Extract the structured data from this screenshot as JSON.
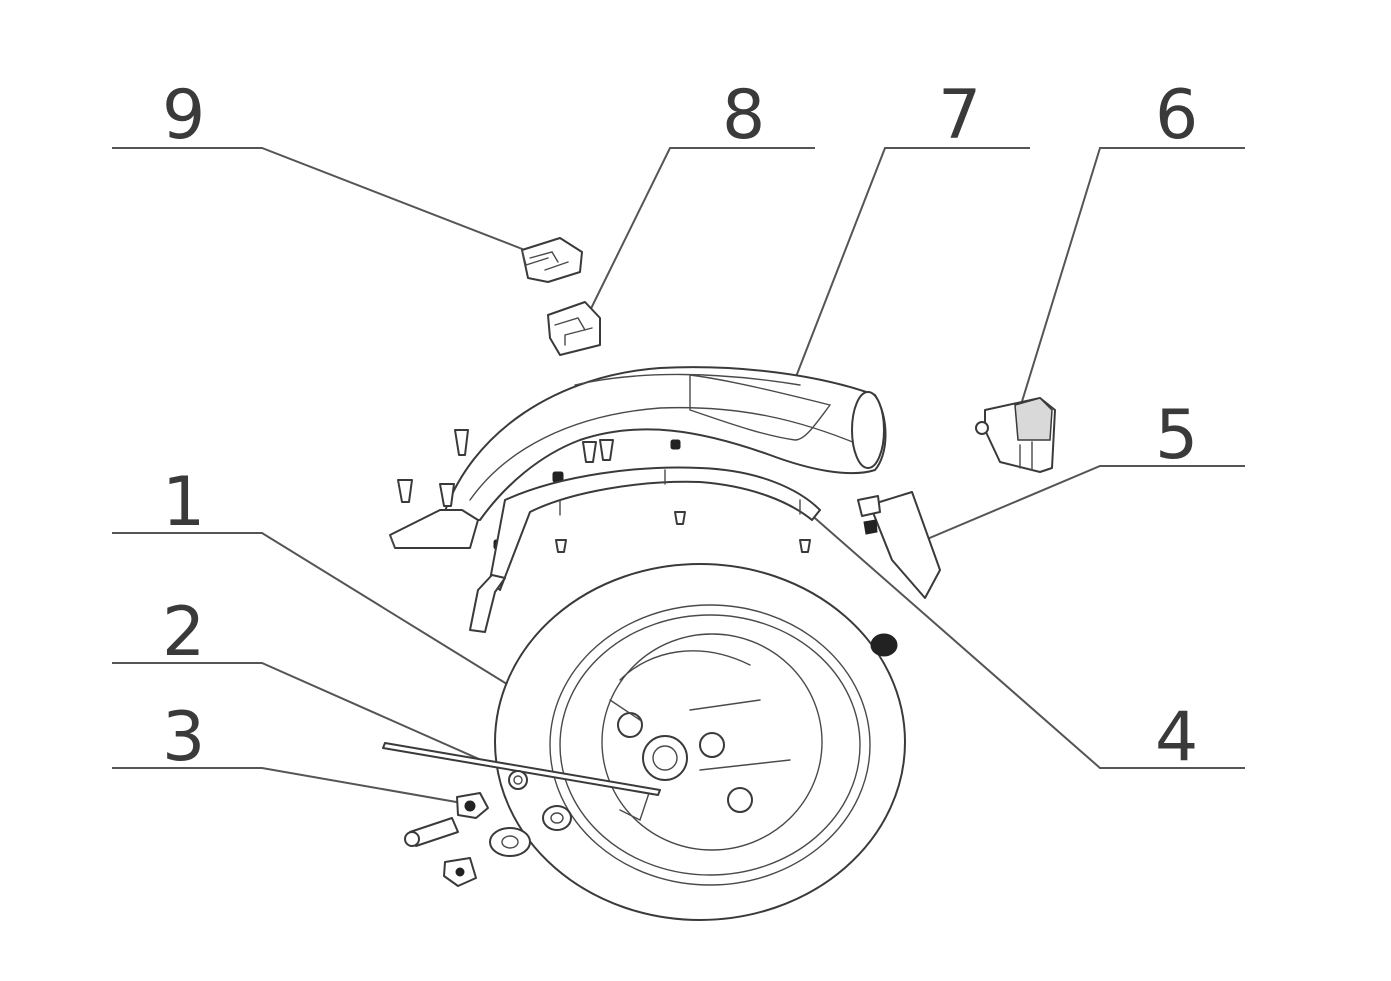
{
  "callouts": [
    {
      "id": "1",
      "label": "1"
    },
    {
      "id": "2",
      "label": "2"
    },
    {
      "id": "3",
      "label": "3"
    },
    {
      "id": "4",
      "label": "4"
    },
    {
      "id": "5",
      "label": "5"
    },
    {
      "id": "6",
      "label": "6"
    },
    {
      "id": "7",
      "label": "7"
    },
    {
      "id": "8",
      "label": "8"
    },
    {
      "id": "9",
      "label": "9"
    }
  ],
  "colors": {
    "background": "#ffffff",
    "line": "#3a3a3a",
    "leader": "#555555"
  }
}
